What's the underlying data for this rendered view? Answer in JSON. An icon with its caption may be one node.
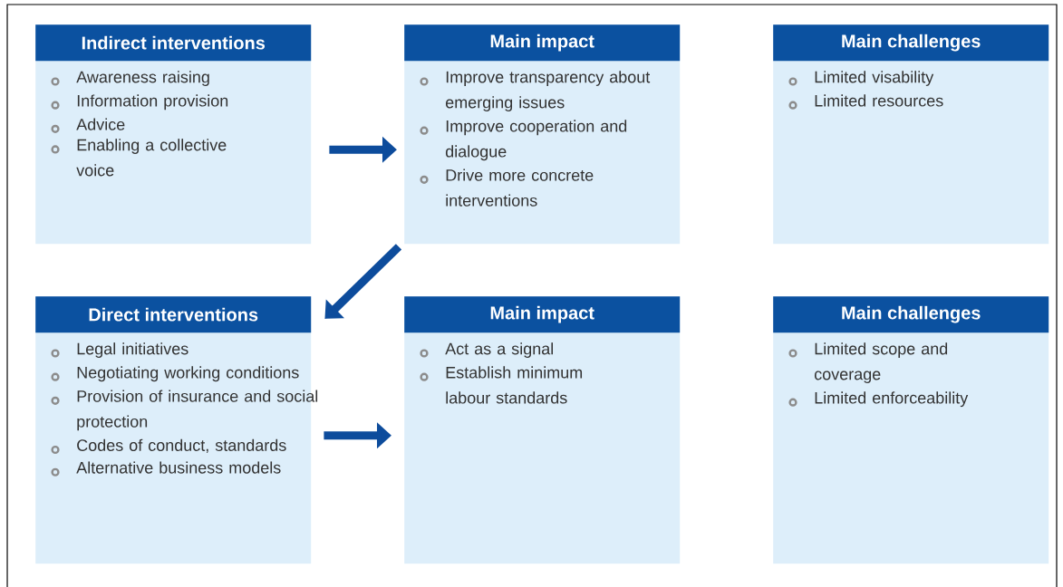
{
  "diagram": {
    "nodes": [
      {
        "text": [
          "Indirect interventions",
          "Awareness raising",
          "Information provision",
          "Advice",
          "Enabling a collective voice"
        ]
      },
      {
        "text": [
          "Main impact",
          "Improve transparency about emerging issues",
          "Improve cooperation and dialogue",
          "Drive more concrete interventions"
        ]
      },
      {
        "text": [
          "Main challenges",
          "Limited visability",
          "Limited resources"
        ]
      },
      {
        "text": [
          "Direct interventions",
          "Legal initiatives",
          "Negotiating working conditions",
          "Provision of insurance and social protection",
          "Codes of conduct, standards",
          "Alternative business models"
        ]
      },
      {
        "text": [
          "Main impact",
          "Act as a signal",
          "Establish minimum labour standards"
        ]
      },
      {
        "text": [
          "Main challenges",
          "Limited scope and coverage",
          "Limited enforceability"
        ]
      }
    ],
    "edges": [
      {
        "from": 0,
        "to": 1,
        "arrow": "to"
      },
      {
        "from": 1,
        "to": 3,
        "arrow": "to"
      },
      {
        "from": 3,
        "to": 4,
        "arrow": "to"
      }
    ]
  }
}
